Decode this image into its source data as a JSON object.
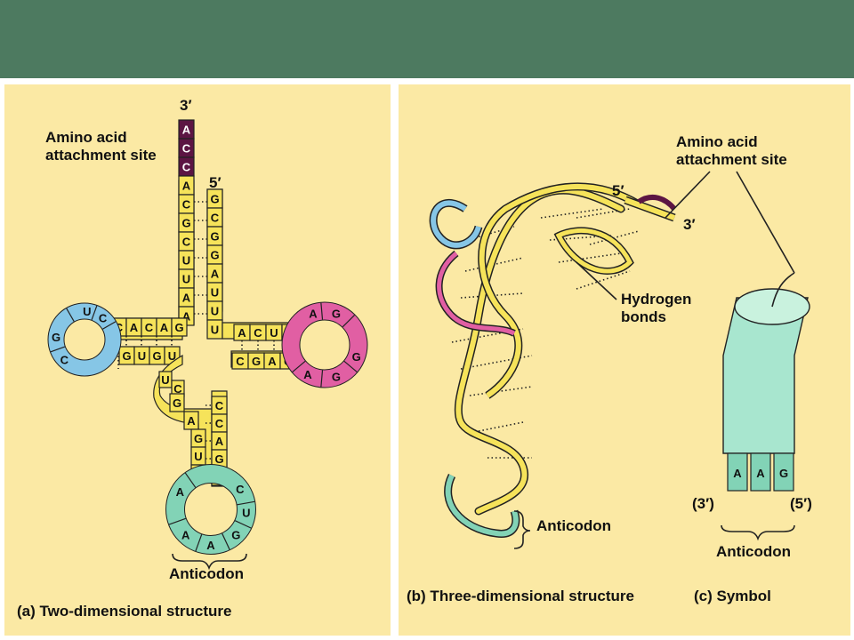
{
  "colors": {
    "header": "#4d7a60",
    "panel_bg": "#fbe9a4",
    "yellow_base": "#f6e35a",
    "blue_loop": "#86c6e6",
    "pink_loop": "#e15fa3",
    "teal_loop": "#82d3b6",
    "purple_end": "#5c1543",
    "symbol_cylinder": "#a8e6cf"
  },
  "panel_a": {
    "three_prime": "3′",
    "five_prime": "5′",
    "amino_acid_site": [
      "Amino acid",
      "attachment site"
    ],
    "acceptor_end": [
      "A",
      "C",
      "C"
    ],
    "acceptor_left": [
      "A",
      "C",
      "G",
      "C",
      "U",
      "U",
      "A",
      "A"
    ],
    "acceptor_right": [
      "G",
      "C",
      "G",
      "G",
      "A",
      "U",
      "U",
      "U"
    ],
    "d_stem_top": [
      "C",
      "A",
      "C",
      "A",
      "G"
    ],
    "d_stem_bottom": [
      "G",
      "U",
      "G",
      "U"
    ],
    "d_loop": [
      "U",
      "C",
      "G",
      "C"
    ],
    "t_stem_top": [
      "A",
      "C",
      "U",
      "C"
    ],
    "t_stem_bottom": [
      "C",
      "G",
      "A",
      "G"
    ],
    "t_loop": [
      "A",
      "G",
      "G",
      "G",
      "A"
    ],
    "variable": [
      "U",
      "C"
    ],
    "anticodon_stem_left": [
      "G",
      "A",
      "G",
      "U",
      "G"
    ],
    "anticodon_stem_right": [
      "C",
      "C",
      "A",
      "G",
      "G"
    ],
    "anticodon_loop": [
      "A",
      "C",
      "U",
      "G",
      "A",
      "A"
    ],
    "anticodon_label": "Anticodon",
    "caption_letter": "(a)",
    "caption": "Two-dimensional structure"
  },
  "panel_b": {
    "five_prime": "5′",
    "three_prime": "3′",
    "hydrogen_bonds": [
      "Hydrogen",
      "bonds"
    ],
    "anticodon_label": "Anticodon",
    "caption": "(b) Three-dimensional structure"
  },
  "panel_c": {
    "amino_acid_site": [
      "Amino acid",
      "attachment site"
    ],
    "three_prime": "(3′)",
    "five_prime": "(5′)",
    "anticodon_bases": [
      "A",
      "A",
      "G"
    ],
    "anticodon_label": "Anticodon",
    "caption": "(c) Symbol"
  }
}
